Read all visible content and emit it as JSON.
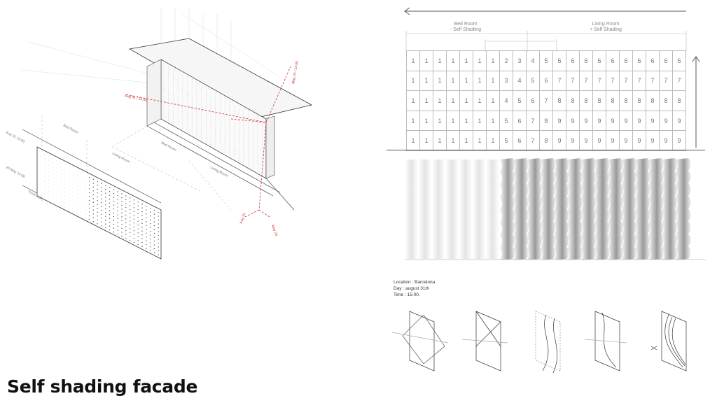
{
  "title": "Self shading facade",
  "axon": {
    "labels": [
      "Aug 31 15:00",
      "20 May 14:00",
      "Bed Room",
      "Living Room",
      "Bed Room",
      "Living Room",
      "Front wall"
    ],
    "red_labels": [
      "Aug 31 / 15:00",
      "May 20 / 14:00",
      "Aug 31",
      "May 20"
    ]
  },
  "table": {
    "zones": [
      {
        "line1": "Bed Room",
        "line2": "- Self Shading"
      },
      {
        "line1": "Living Room",
        "line2": "+ Self Shading"
      }
    ],
    "rows": [
      [
        1,
        1,
        1,
        1,
        1,
        1,
        1,
        2,
        3,
        4,
        5,
        6,
        6,
        6,
        6,
        6,
        6,
        6,
        6,
        6,
        6
      ],
      [
        1,
        1,
        1,
        1,
        1,
        1,
        1,
        3,
        4,
        5,
        6,
        7,
        7,
        7,
        7,
        7,
        7,
        7,
        7,
        7,
        7
      ],
      [
        1,
        1,
        1,
        1,
        1,
        1,
        1,
        4,
        5,
        6,
        7,
        8,
        8,
        8,
        8,
        8,
        8,
        8,
        8,
        8,
        8
      ],
      [
        1,
        1,
        1,
        1,
        1,
        1,
        1,
        5,
        6,
        7,
        8,
        9,
        9,
        9,
        9,
        9,
        9,
        9,
        9,
        9,
        9
      ],
      [
        1,
        1,
        1,
        1,
        1,
        1,
        1,
        5,
        6,
        7,
        8,
        9,
        9,
        9,
        9,
        9,
        9,
        9,
        9,
        9,
        9
      ]
    ]
  },
  "info": {
    "location": "Location : Barcelona",
    "day": "Day : august 31th",
    "time": "Time : 15:00."
  }
}
